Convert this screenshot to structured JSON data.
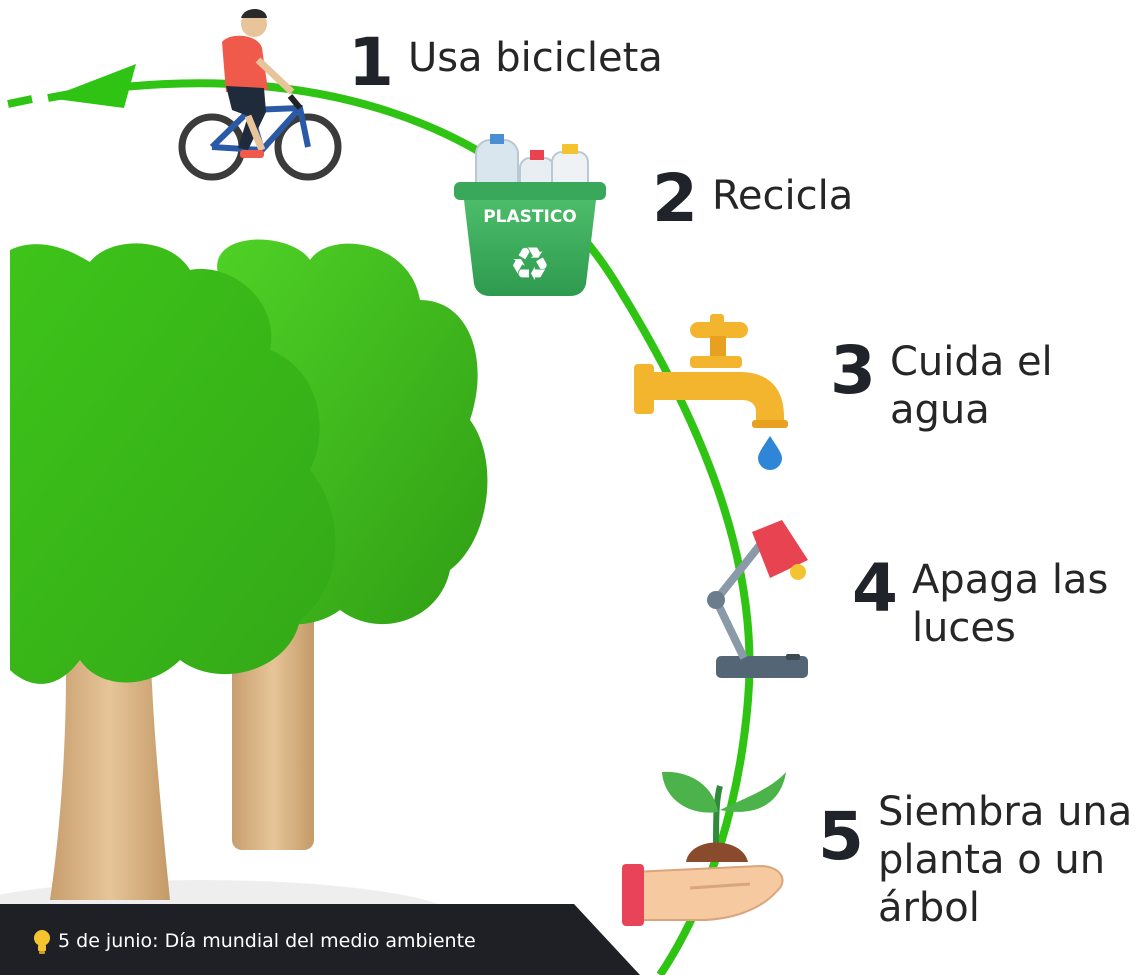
{
  "steps": [
    {
      "number": "1",
      "text": "Usa bicicleta",
      "icon": "bicycle-icon"
    },
    {
      "number": "2",
      "text": "Recicla",
      "icon": "recycle-bin-icon",
      "bin_label": "PLASTICO"
    },
    {
      "number": "3",
      "text": "Cuida el\nagua",
      "icon": "water-tap-icon"
    },
    {
      "number": "4",
      "text": "Apaga las\nluces",
      "icon": "desk-lamp-icon"
    },
    {
      "number": "5",
      "text": "Siembra una\nplanta o un\nárbol",
      "icon": "plant-in-hand-icon"
    }
  ],
  "footer": {
    "text": "5 de junio: Día mundial del medio ambiente",
    "icon": "lightbulb-icon"
  },
  "colors": {
    "cycle_arrow": "#2fc413",
    "tree_green": "#3fc21c",
    "trunk_wood": "#d8b383",
    "footer_bg": "#1f2026",
    "bulb": "#f4c430"
  }
}
